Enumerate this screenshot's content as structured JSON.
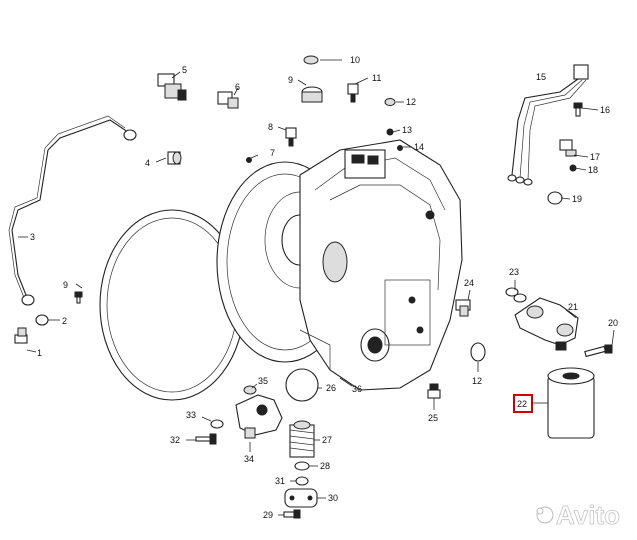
{
  "callouts": {
    "c1": "1",
    "c2": "2",
    "c3": "3",
    "c4": "4",
    "c5": "5",
    "c6": "6",
    "c7": "7",
    "c8": "8",
    "c9a": "9",
    "c9b": "9",
    "c10": "10",
    "c11": "11",
    "c12a": "12",
    "c12b": "12",
    "c13": "13",
    "c14": "14",
    "c15": "15",
    "c16": "16",
    "c17": "17",
    "c18": "18",
    "c19": "19",
    "c20": "20",
    "c21": "21",
    "c22": "22",
    "c23": "23",
    "c24": "24",
    "c25": "25",
    "c26": "26",
    "c27": "27",
    "c28": "28",
    "c29": "29",
    "c30": "30",
    "c31": "31",
    "c32": "32",
    "c33": "33",
    "c34": "34",
    "c35": "35",
    "c36": "36"
  },
  "highlight_color": "#d00000",
  "watermark": "Avito"
}
